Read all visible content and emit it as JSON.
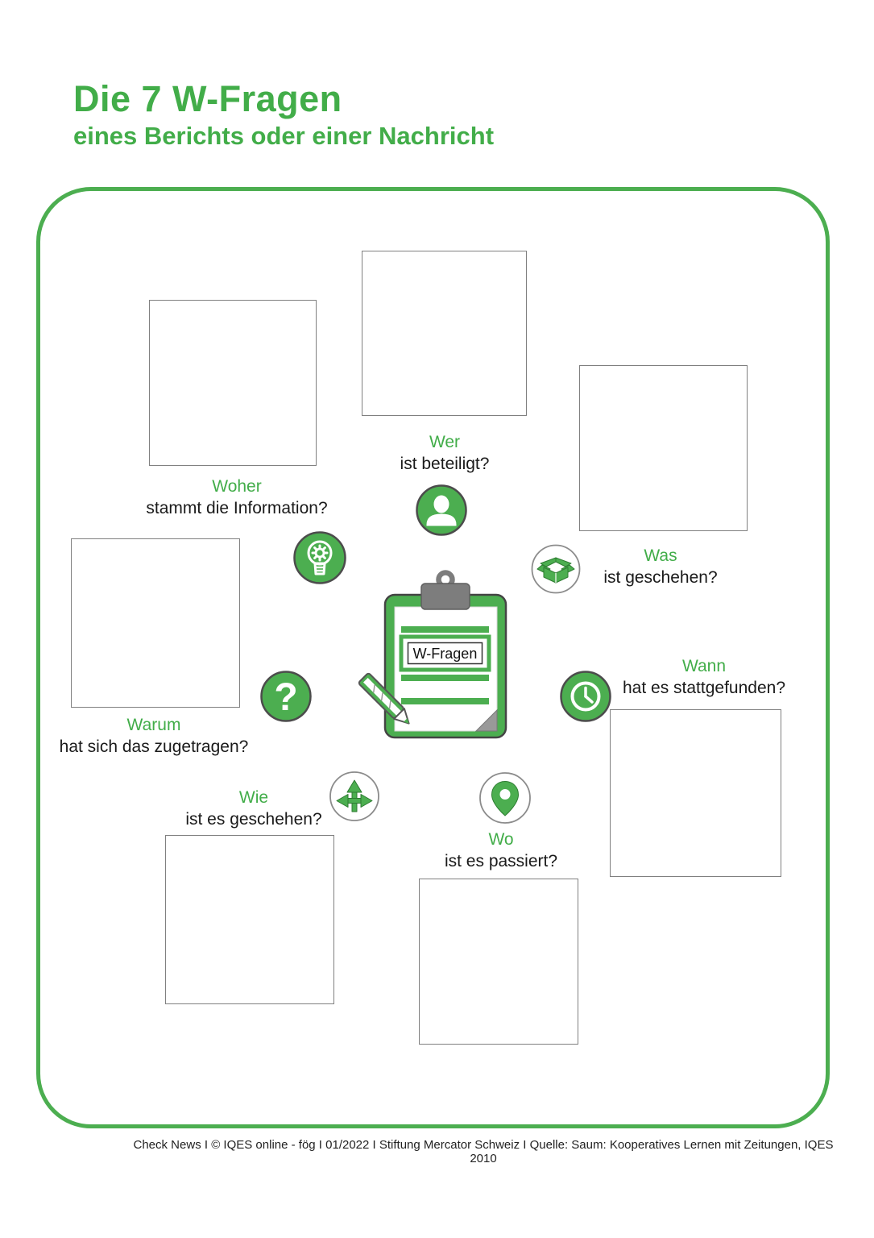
{
  "page": {
    "title": "Die 7 W-Fragen",
    "subtitle": "eines Berichts oder einer Nachricht",
    "footer": "Check News I © IQES online - fög I 01/2022 I Stiftung Mercator Schweiz I Quelle: Saum: Kooperatives Lernen mit Zeitungen, IQES 2010"
  },
  "center": {
    "clipboard_label": "W-Fragen"
  },
  "icons": {
    "question_glyph": "?"
  },
  "questions": [
    {
      "word": "Wer",
      "question": "ist beteiligt?",
      "icon": "person-icon"
    },
    {
      "word": "Woher",
      "question": "stammt die Information?",
      "icon": "lightbulb-gear-icon"
    },
    {
      "word": "Was",
      "question": "ist geschehen?",
      "icon": "open-box-icon"
    },
    {
      "word": "Warum",
      "question": "hat sich das zugetragen?",
      "icon": "question-mark-icon"
    },
    {
      "word": "Wann",
      "question": "hat es stattgefunden?",
      "icon": "clock-icon"
    },
    {
      "word": "Wie",
      "question": "ist es geschehen?",
      "icon": "arrows-icon"
    },
    {
      "word": "Wo",
      "question": "ist es passiert?",
      "icon": "location-pin-icon"
    }
  ],
  "colors": {
    "accent_green": "#42ad49",
    "icon_green": "#4cae50",
    "icon_outline": "#4c4c4c",
    "box_border_gray": "#808080",
    "clip_gray": "#7d7d7d",
    "text_black": "#1a1a1a"
  }
}
